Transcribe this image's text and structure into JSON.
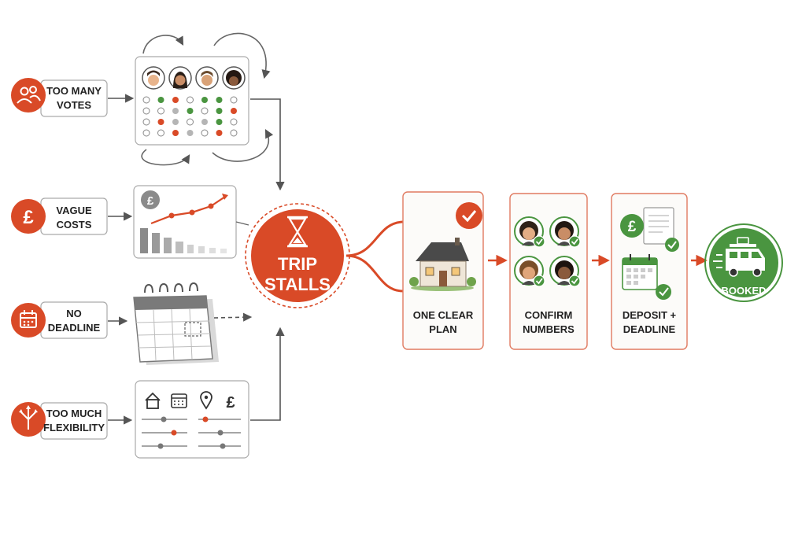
{
  "colors": {
    "accent": "#d94a27",
    "green": "#4a9540",
    "grey": "#8a8a8a",
    "box_border": "#9a9a9a",
    "arrow": "#555555",
    "card_border": "#e07a60",
    "card_bg": "#fcfbf9"
  },
  "causes": [
    {
      "icon": "people-icon",
      "line1": "TOO MANY",
      "line2": "VOTES"
    },
    {
      "icon": "pound-icon",
      "line1": "VAGUE",
      "line2": "COSTS"
    },
    {
      "icon": "calendar-icon",
      "line1": "NO",
      "line2": "DEADLINE"
    },
    {
      "icon": "split-arrows-icon",
      "line1": "TOO MUCH",
      "line2": "FLEXIBILITY"
    }
  ],
  "center": {
    "icon": "hourglass-icon",
    "line1": "TRIP",
    "line2": "STALLS"
  },
  "costs_panel": {
    "currency_symbol": "£"
  },
  "flexibility_panel": {
    "currency_symbol": "£"
  },
  "steps": [
    {
      "icon": "house-icon",
      "line1": "ONE CLEAR",
      "line2": "PLAN"
    },
    {
      "icon": "people-check-icon",
      "line1": "CONFIRM",
      "line2": "NUMBERS"
    },
    {
      "icon": "document-calendar-icon",
      "line1": "DEPOSIT +",
      "line2": "DEADLINE",
      "currency_symbol": "£"
    }
  ],
  "outcome": {
    "icon": "van-icon",
    "label": "BOOKED"
  }
}
